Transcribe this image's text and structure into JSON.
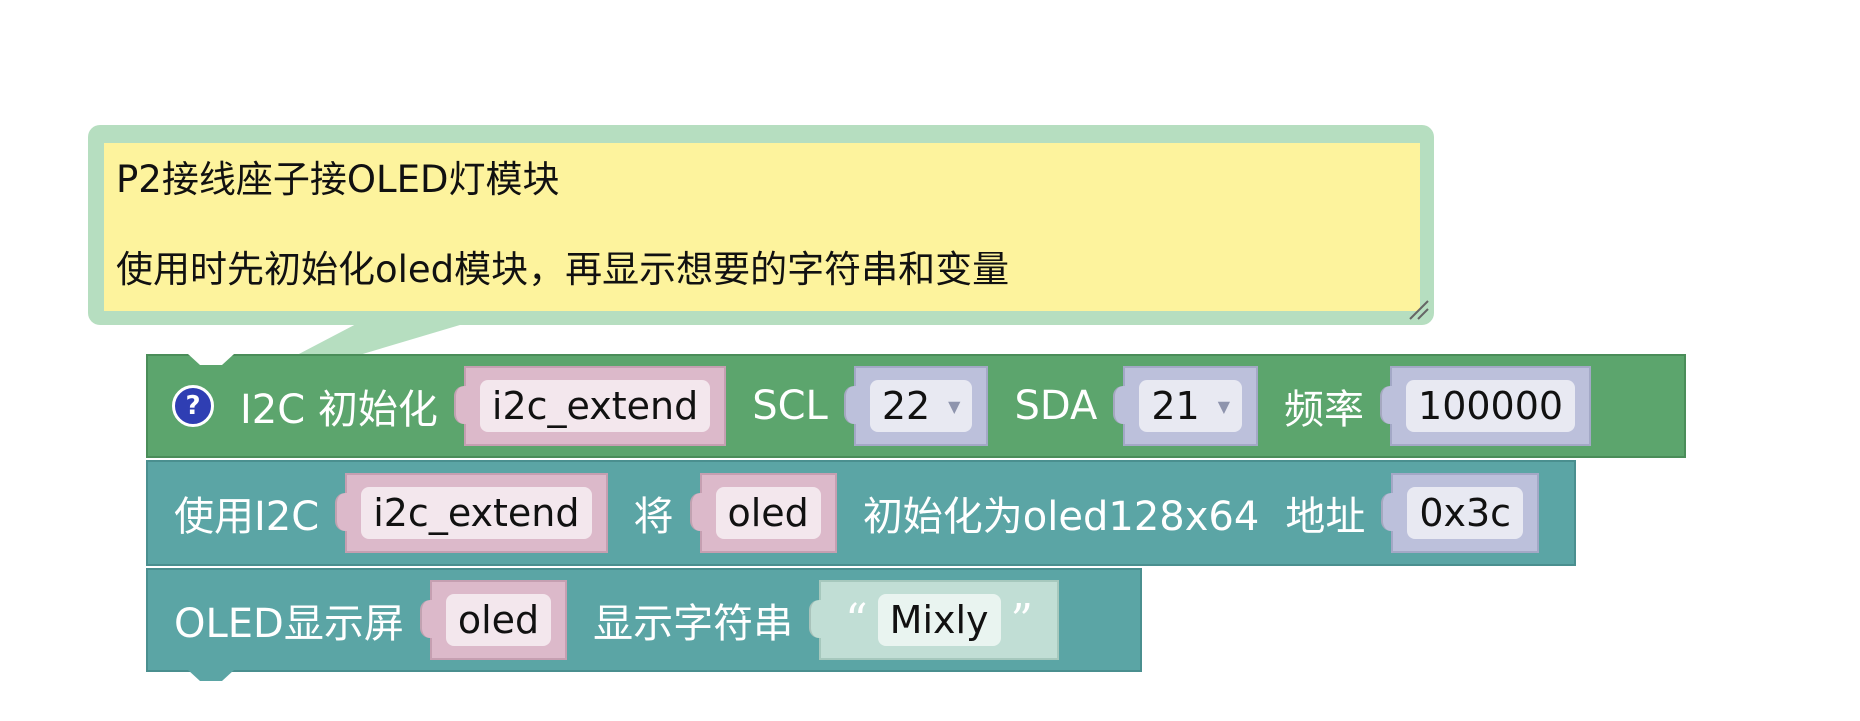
{
  "comment": {
    "line1": "P2接线座子接OLED灯模块",
    "line2": "使用时先初始化oled模块，再显示想要的字符串和变量"
  },
  "i2c_block": {
    "help": "?",
    "title": "I2C 初始化",
    "bus": "i2c_extend",
    "scl_label": "SCL",
    "scl_value": "22",
    "sda_label": "SDA",
    "sda_value": "21",
    "freq_label": "频率",
    "freq_value": "100000"
  },
  "oled_init_block": {
    "label_use": "使用I2C",
    "bus": "i2c_extend",
    "label_will": "将",
    "var": "oled",
    "label_init": "初始化为oled128x64",
    "label_addr": "地址",
    "addr": "0x3c"
  },
  "oled_show_block": {
    "label_screen": "OLED显示屏",
    "var": "oled",
    "label_show": "显示字符串",
    "quote_open": "“",
    "text": "Mixly",
    "quote_close": "”"
  },
  "colors": {
    "comment_fill": "#fdf39d",
    "comment_border": "#b6dec0",
    "i2c_block": "#5ca56d",
    "oled_block": "#5ba5a5"
  }
}
